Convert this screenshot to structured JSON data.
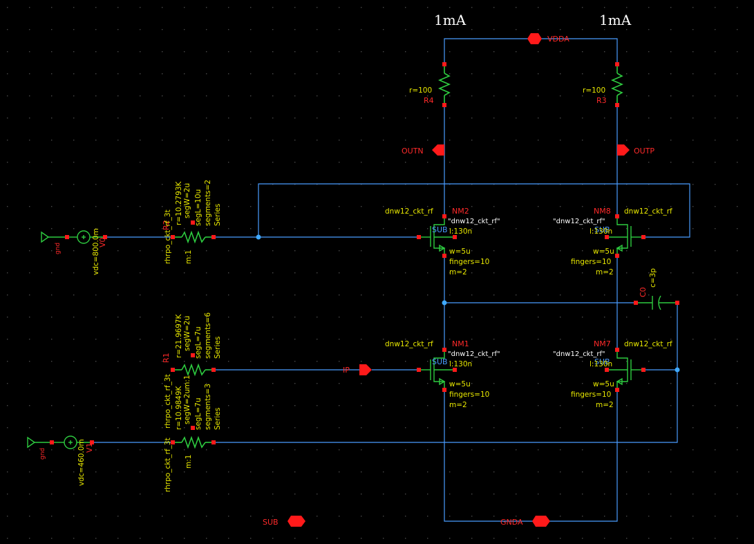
{
  "annotations": {
    "left_current": "1mA",
    "right_current": "1mA"
  },
  "pins": {
    "vdda": "VDDA",
    "gnda": "GNDA",
    "sub": "SUB",
    "outn": "OUTN",
    "outp": "OUTP",
    "ip": "IP"
  },
  "resistors": {
    "r4": {
      "name": "R4",
      "value": "r=100"
    },
    "r3": {
      "name": "R3",
      "value": "r=100"
    },
    "r2": {
      "name": "R2",
      "r": "r=10.2793K",
      "segl": "segL=10u",
      "segw": "segW=2u",
      "segments": "segments=2",
      "series": "Series",
      "m": "m:1",
      "model": "rhrpo_ckt_rf_3t"
    },
    "r1": {
      "name": "R1",
      "r": "r=21.9697K",
      "segl": "segL=7u",
      "segw": "segW=2u",
      "segments": "segments=6",
      "series": "Series"
    },
    "r0": {
      "r": "r=10.9849K",
      "segl": "segL=7u",
      "segw": "segW=2um:1",
      "segments": "segments=3",
      "series": "Series",
      "m": "m:1",
      "model_top": "rhrpo_ckt_rf_3t",
      "model_bot": "rhrpo_ckt_rf_3t"
    }
  },
  "sources": {
    "v0": {
      "name": "V0",
      "vdc": "vdc=800.0m",
      "gnd": "gnd"
    },
    "v1": {
      "name": "V1",
      "vdc": "vdc=460.0m",
      "gnd": "gnd"
    }
  },
  "capacitor": {
    "name": "C0",
    "value": "c=3p"
  },
  "transistors": {
    "nm2": {
      "name": "NM2",
      "model": "dnw12_ckt_rf",
      "model_q": "\"dnw12_ckt_rf\"",
      "l": "l:130n",
      "w": "w=5u",
      "fingers": "fingers=10",
      "m": "m=2",
      "sub": "SUB"
    },
    "nm8": {
      "name": "NM8",
      "model": "dnw12_ckt_rf",
      "model_q": "\"dnw12_ckt_rf\"",
      "l": "l:130n",
      "w": "w=5u",
      "fingers": "fingers=10",
      "m": "m=2",
      "sub": "SUB"
    },
    "nm1": {
      "name": "NM1",
      "model": "dnw12_ckt_rf",
      "model_q": "\"dnw12_ckt_rf\"",
      "l": "l:130n",
      "w": "w=5u",
      "fingers": "fingers=10",
      "m": "m=2",
      "sub": "SUB"
    },
    "nm7": {
      "name": "NM7",
      "model": "dnw12_ckt_rf",
      "model_q": "\"dnw12_ckt_rf\"",
      "l": "l:130n",
      "w": "w=5u",
      "fingers": "fingers=10",
      "m": "m=2",
      "sub": "SUB"
    }
  },
  "colors": {
    "background": "#000000",
    "wire": "#4a9cff",
    "device": "#2ecc40",
    "pin": "#ff1a1a",
    "label_yellow": "#e8e800",
    "label_orange": "#ff7a00"
  }
}
